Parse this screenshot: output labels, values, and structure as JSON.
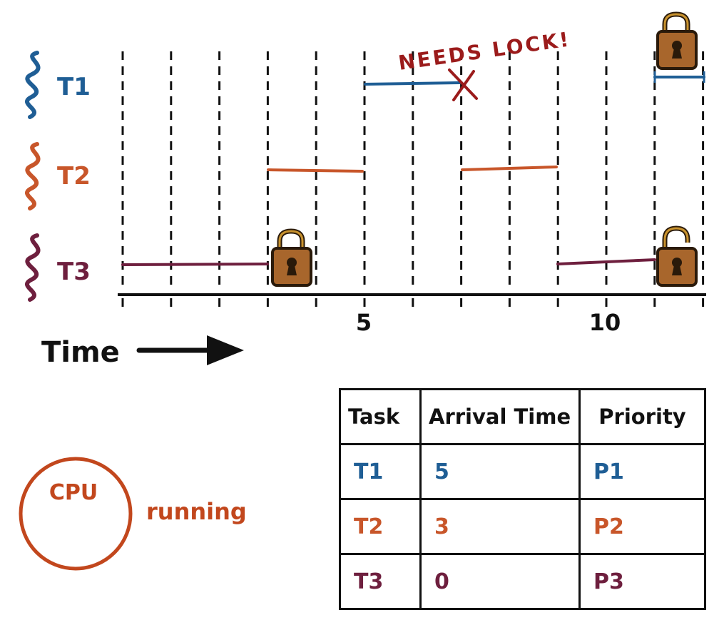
{
  "threads": [
    {
      "label": "T1",
      "color": "#1f5e95"
    },
    {
      "label": "T2",
      "color": "#c8562a"
    },
    {
      "label": "T3",
      "color": "#6e1f3e"
    }
  ],
  "annotation": "NEEDS LOCK!",
  "axis": {
    "tick_labels": [
      "5",
      "10"
    ],
    "time_label": "Time"
  },
  "cpu": {
    "label": "CPU",
    "status": "running"
  },
  "table": {
    "headers": [
      "Task",
      "Arrival Time",
      "Priority"
    ],
    "rows": [
      {
        "task": "T1",
        "arrival": "5",
        "priority": "P1",
        "color": "#1f5e95"
      },
      {
        "task": "T2",
        "arrival": "3",
        "priority": "P2",
        "color": "#c8562a"
      },
      {
        "task": "T3",
        "arrival": "0",
        "priority": "P3",
        "color": "#6e1f3e"
      }
    ]
  }
}
